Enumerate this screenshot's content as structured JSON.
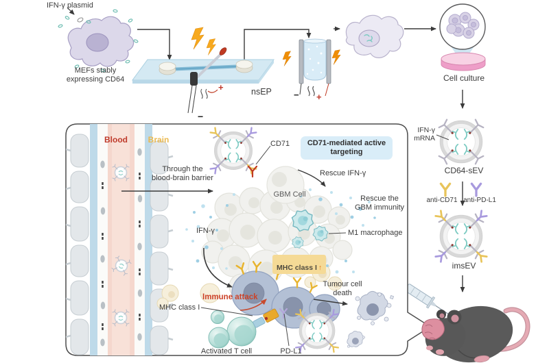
{
  "workflow": {
    "plasmid_label": "IFN-γ plasmid",
    "mefs_label": "MEFs stably\nexpressing CD64",
    "chip_plus": "+",
    "chip_minus": "−",
    "nsep_label": "nsEP",
    "cuvette_minus": "−",
    "cuvette_plus": "+",
    "cell_culture_label": "Cell culture"
  },
  "right_column": {
    "ifn_mrna_label": "IFN-γ\nmRNA",
    "cd64_sev_label": "CD64-sEV",
    "anti_cd71_label": "anti-CD71",
    "anti_pdl1_label": "anti-PD-L1",
    "imsev_label": "imsEV"
  },
  "panel": {
    "blood_label": "Blood",
    "brain_label": "Brain",
    "bbb_arrow_label": "Through the\nblood-brain barrier",
    "cd71_label": "CD71",
    "targeting_box_label": "CD71-mediated active\ntargeting",
    "rescue_ifn_label": "Rescue IFN-γ",
    "gbm_cell_label": "GBM Cell",
    "rescue_immunity_label": "Rescue the\nGBM immunity",
    "m1_label": "M1 macrophage",
    "ifn_label": "IFN-γ",
    "mhc_up_label": "MHC class I",
    "mhc_up_arrow": "↑",
    "immune_attack_label": "Immune attack",
    "mhc_class_i_label": "MHC class I",
    "activated_t_label": "Activated T cell",
    "pdl1_label": "PD-L1",
    "tumour_death_label": "Tumour cell\ndeath"
  },
  "colors": {
    "blood_red": "#bf3a2b",
    "brain_orange": "#eab950",
    "targeting_box_bg": "#d9edf8",
    "mhc_box_bg": "#f5da96",
    "immune_attack_red": "#cc4228",
    "lightning_yellow": "#f7a91e",
    "mrna_teal": "#7ecbc3",
    "anti_cd71_yellow": "#e8c45a",
    "anti_pdl1_purple": "#a89ade"
  }
}
